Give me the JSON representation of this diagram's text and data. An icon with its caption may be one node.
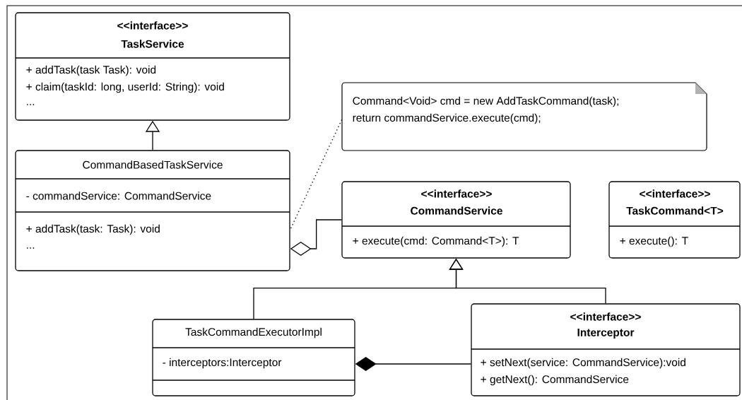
{
  "diagram": {
    "nodes": [
      {
        "text": [
          "<<interface>>",
          "TaskService",
          "+ addTask(task Task): void",
          "+ claim(taskId: long, userId: String): void",
          "..."
        ]
      },
      {
        "text": [
          "CommandBasedTaskService",
          "- commandService: CommandService",
          "+ addTask(task: Task): void",
          "..."
        ]
      },
      {
        "text": [
          "Command<Void> cmd = new AddTaskCommand(task);",
          "return commandService.execute(cmd);"
        ]
      },
      {
        "text": [
          "<<interface>>",
          "CommandService",
          "+ execute(cmd: Command<T>): T"
        ]
      },
      {
        "text": [
          "<<interface>>",
          "TaskCommand<T>",
          "+ execute(): T"
        ]
      },
      {
        "text": [
          "TaskCommandExecutorImpl",
          "- interceptors:Interceptor"
        ]
      },
      {
        "text": [
          "<<interface>>",
          "Interceptor",
          "+ setNext(service: CommandService):void",
          "+ getNext(): CommandService"
        ]
      }
    ],
    "edges": [
      {
        "from": 1,
        "to": 0,
        "arrow": "to"
      },
      {
        "from": 2,
        "to": 1,
        "arrow": "none",
        "style": "dashed"
      },
      {
        "from": 1,
        "to": 3,
        "arrow": "other"
      },
      {
        "from": 5,
        "to": 3,
        "arrow": "to"
      },
      {
        "from": 6,
        "to": 3,
        "arrow": "to"
      },
      {
        "from": 5,
        "to": 6,
        "arrow": "other"
      }
    ]
  }
}
